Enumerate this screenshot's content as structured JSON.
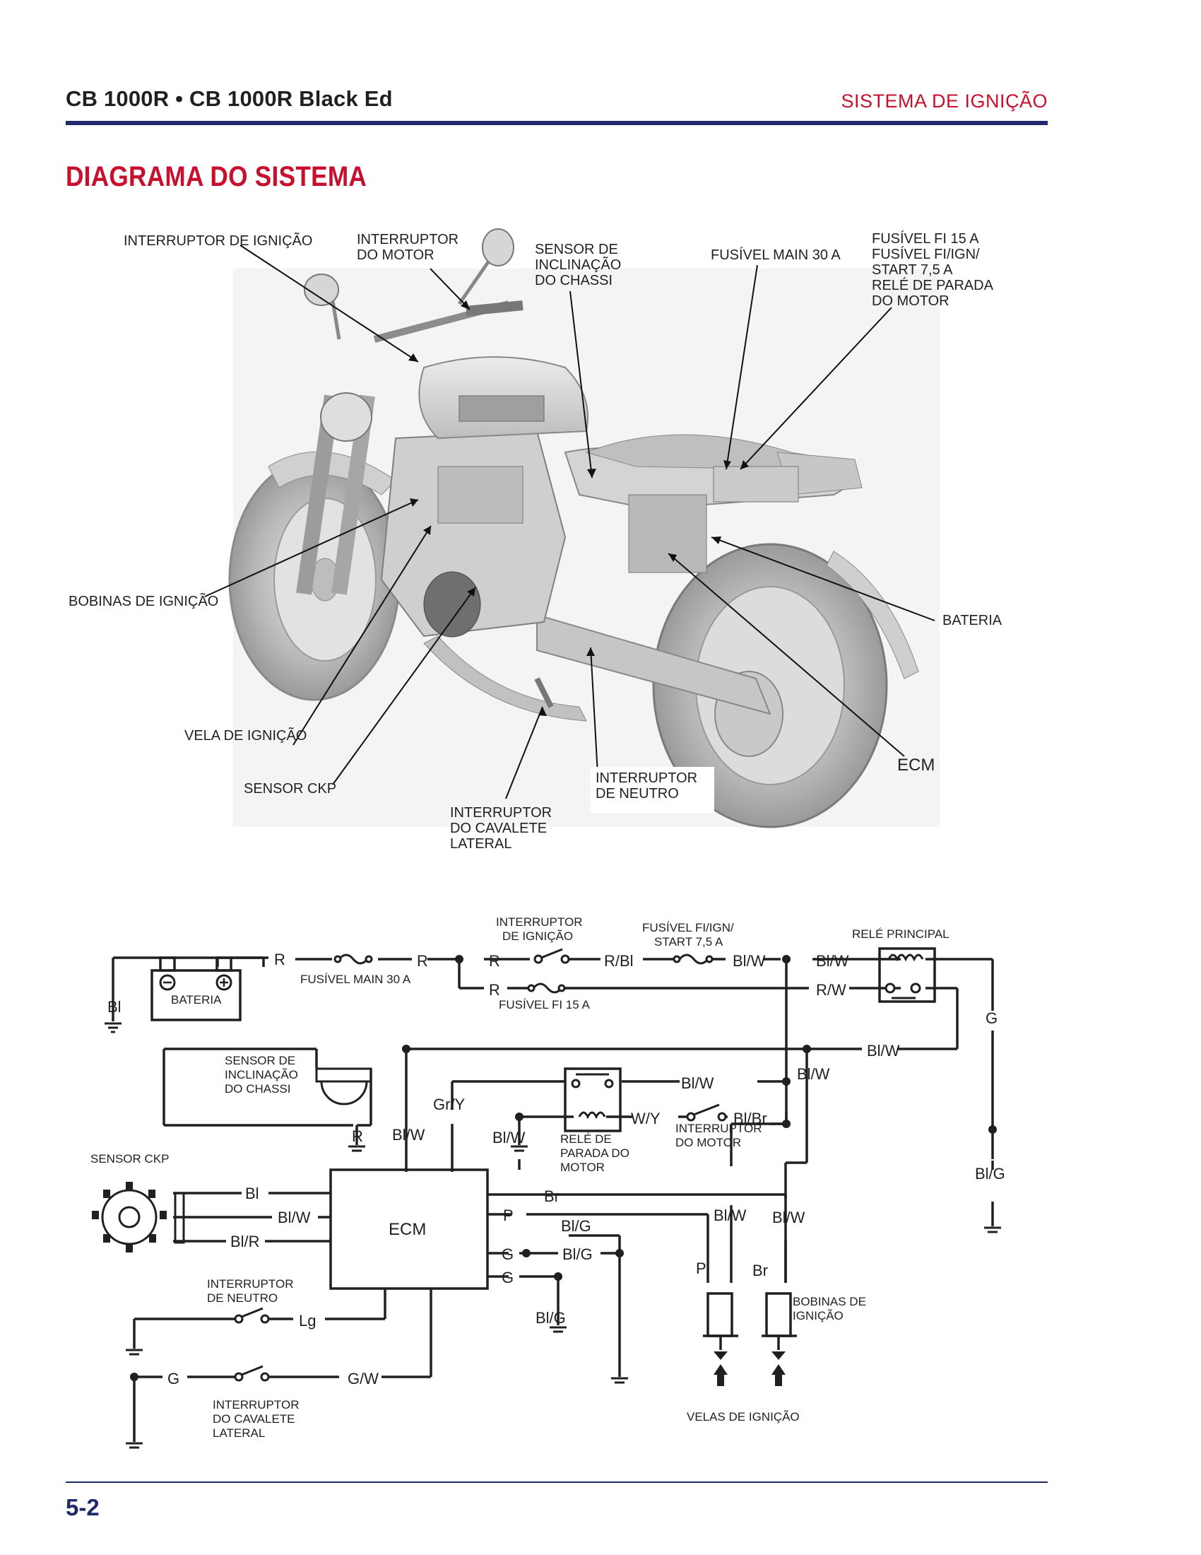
{
  "header": {
    "model": "CB 1000R • CB 1000R Black Ed",
    "section": "SISTEMA DE IGNIÇÃO"
  },
  "page_title": "DIAGRAMA DO SISTEMA",
  "page_number": "5-2",
  "colors": {
    "accent_red": "#c8102e",
    "rule_blue": "#1f2a6b",
    "ink": "#231f20"
  },
  "illustration": {
    "callouts": {
      "ignition_switch": "INTERRUPTOR DE IGNIÇÃO",
      "engine_stop_switch": [
        "INTERRUPTOR",
        "DO MOTOR"
      ],
      "bank_angle_sensor": [
        "SENSOR DE",
        "INCLINAÇÃO",
        "DO CHASSI"
      ],
      "main_fuse": "FUSÍVEL MAIN 30 A",
      "fuse_group": [
        "FUSÍVEL FI 15 A",
        "FUSÍVEL FI/IGN/",
        "START 7,5 A",
        "RELÉ DE PARADA",
        "DO MOTOR"
      ],
      "ignition_coils": "BOBINAS DE IGNIÇÃO",
      "battery": "BATERIA",
      "spark_plug": "VELA DE IGNIÇÃO",
      "ecm": "ECM",
      "ckp_sensor": "SENSOR CKP",
      "neutral_switch": [
        "INTERRUPTOR",
        "DE NEUTRO"
      ],
      "side_stand_switch": [
        "INTERRUPTOR",
        "DO CAVALETE",
        "LATERAL"
      ]
    }
  },
  "schematic": {
    "components": {
      "battery": "BATERIA",
      "main_fuse": "FUSÍVEL MAIN 30 A",
      "ignition_switch": [
        "INTERRUPTOR",
        "DE IGNIÇÃO"
      ],
      "fi_ign_fuse": [
        "FUSÍVEL FI/IGN/",
        "START 7,5 A"
      ],
      "fi_fuse": "FUSÍVEL FI 15 A",
      "main_relay": "RELÉ PRINCIPAL",
      "bank_angle_sensor": [
        "SENSOR DE",
        "INCLINAÇÃO",
        "DO CHASSI"
      ],
      "stop_relay": [
        "RELÉ DE",
        "PARADA DO",
        "MOTOR"
      ],
      "engine_stop_switch": [
        "INTERRUPTOR",
        "DO MOTOR"
      ],
      "ckp_sensor": "SENSOR CKP",
      "ecm": "ECM",
      "neutral_switch": [
        "INTERRUPTOR",
        "DE NEUTRO"
      ],
      "side_stand_switch": [
        "INTERRUPTOR",
        "DO CAVALETE",
        "LATERAL"
      ],
      "coils": [
        "BOBINAS DE",
        "IGNIÇÃO"
      ],
      "plugs": "VELAS DE IGNIÇÃO"
    },
    "wires": {
      "bl": "Bl",
      "r": "R",
      "r_bl": "R/Bl",
      "bl_w": "Bl/W",
      "r_w": "R/W",
      "g": "G",
      "bl_g": "Bl/G",
      "gr_y": "Gr/Y",
      "w_y": "W/Y",
      "bl_br": "Bl/Br",
      "bl_r": "Bl/R",
      "br": "Br",
      "p": "P",
      "lg": "Lg",
      "g_w": "G/W"
    }
  }
}
